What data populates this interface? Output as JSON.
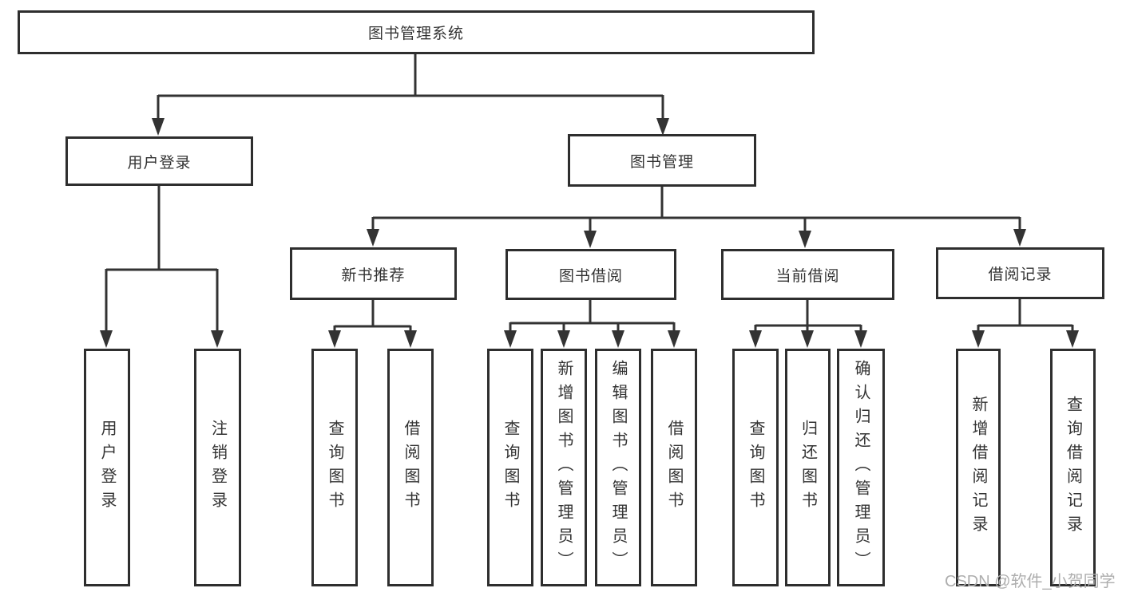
{
  "diagram_title": "图书管理系统",
  "colors": {
    "line": "#333333",
    "box_border": "#2e2e2e",
    "text": "#333333",
    "watermark_text": "#aeaeae",
    "background": "#ffffff"
  },
  "tree": {
    "label": "图书管理系统",
    "children": [
      {
        "label": "用户登录",
        "children": [
          {
            "label": "用户登录"
          },
          {
            "label": "注销登录"
          }
        ]
      },
      {
        "label": "图书管理",
        "children": [
          {
            "label": "新书推荐",
            "children": [
              {
                "label": "查询图书"
              },
              {
                "label": "借阅图书"
              }
            ]
          },
          {
            "label": "图书借阅",
            "children": [
              {
                "label": "查询图书"
              },
              {
                "label": "新增图书（管理员）"
              },
              {
                "label": "编辑图书（管理员）"
              },
              {
                "label": "借阅图书"
              }
            ]
          },
          {
            "label": "当前借阅",
            "children": [
              {
                "label": "查询图书"
              },
              {
                "label": "归还图书"
              },
              {
                "label": "确认归还（管理员）"
              }
            ]
          },
          {
            "label": "借阅记录",
            "children": [
              {
                "label": "新增借阅记录"
              },
              {
                "label": "查询借阅记录"
              }
            ]
          }
        ]
      }
    ]
  },
  "watermark": "CSDN @软件_小贺同学"
}
